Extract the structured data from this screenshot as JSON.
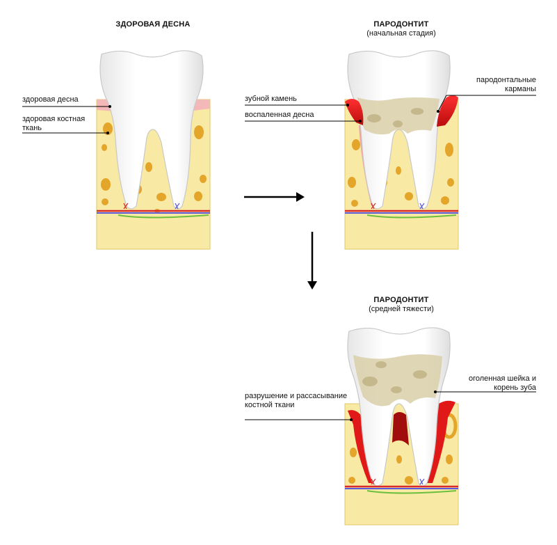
{
  "panels": {
    "healthy": {
      "title": "ЗДОРОВАЯ ДЕСНА",
      "labels": {
        "gum": "здоровая десна",
        "bone": "здоровая костная ткань"
      }
    },
    "initial": {
      "title": "ПАРОДОНТИТ",
      "subtitle": "(начальная стадия)",
      "labels": {
        "calculus": "зубной камень",
        "inflamed_gum": "воспаленная десна",
        "pockets": "пародонтальные карманы"
      }
    },
    "moderate": {
      "title": "ПАРОДОНТИТ",
      "subtitle": "(средней тяжести)",
      "labels": {
        "bone_loss": "разрушение и рассасывание костной ткани",
        "exposed_root": "оголенная шейка и корень зуба"
      }
    }
  },
  "colors": {
    "bone": "#f8e9a5",
    "bone_border": "#e0c96a",
    "bone_spot": "#e3a52a",
    "gum_healthy": "#f4b8b8",
    "gum_inflamed": "#e01818",
    "tooth": "#ffffff",
    "tooth_outline": "#c8c8c8",
    "calculus": "#d9cfa8",
    "nerve_red": "#d82a2a",
    "nerve_blue": "#5a5ad8",
    "nerve_green": "#6cbf3c",
    "arrow": "#000000",
    "leader": "#000000"
  }
}
